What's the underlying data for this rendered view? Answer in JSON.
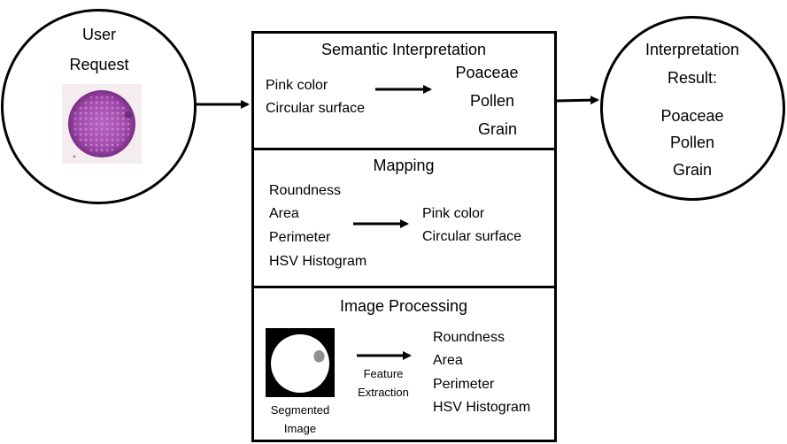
{
  "user_request": {
    "line1": "User",
    "line2": "Request"
  },
  "semantic": {
    "title": "Semantic Interpretation",
    "inputs": [
      "Pink  color",
      "Circular surface"
    ],
    "outputs": [
      "Poaceae",
      "Pollen",
      "Grain"
    ]
  },
  "mapping": {
    "title": "Mapping",
    "inputs": [
      "Roundness",
      "Area",
      "Perimeter",
      "HSV Histogram"
    ],
    "outputs": [
      "Pink color",
      "Circular surface"
    ]
  },
  "image_processing": {
    "title": "Image Processing",
    "image_caption": [
      "Segmented",
      "Image"
    ],
    "arrow_label": [
      "Feature",
      "Extraction"
    ],
    "outputs": [
      "Roundness",
      "Area",
      "Perimeter",
      "HSV Histogram"
    ]
  },
  "result": {
    "line1": "Interpretation",
    "line2": "Result:",
    "values": [
      "Poaceae",
      "Pollen",
      "Grain"
    ]
  },
  "colors": {
    "pollen_outer": "#9c3fa6",
    "pollen_inner": "#c06ac8",
    "segment_bg": "#000000",
    "segment_fg": "#ffffff"
  }
}
